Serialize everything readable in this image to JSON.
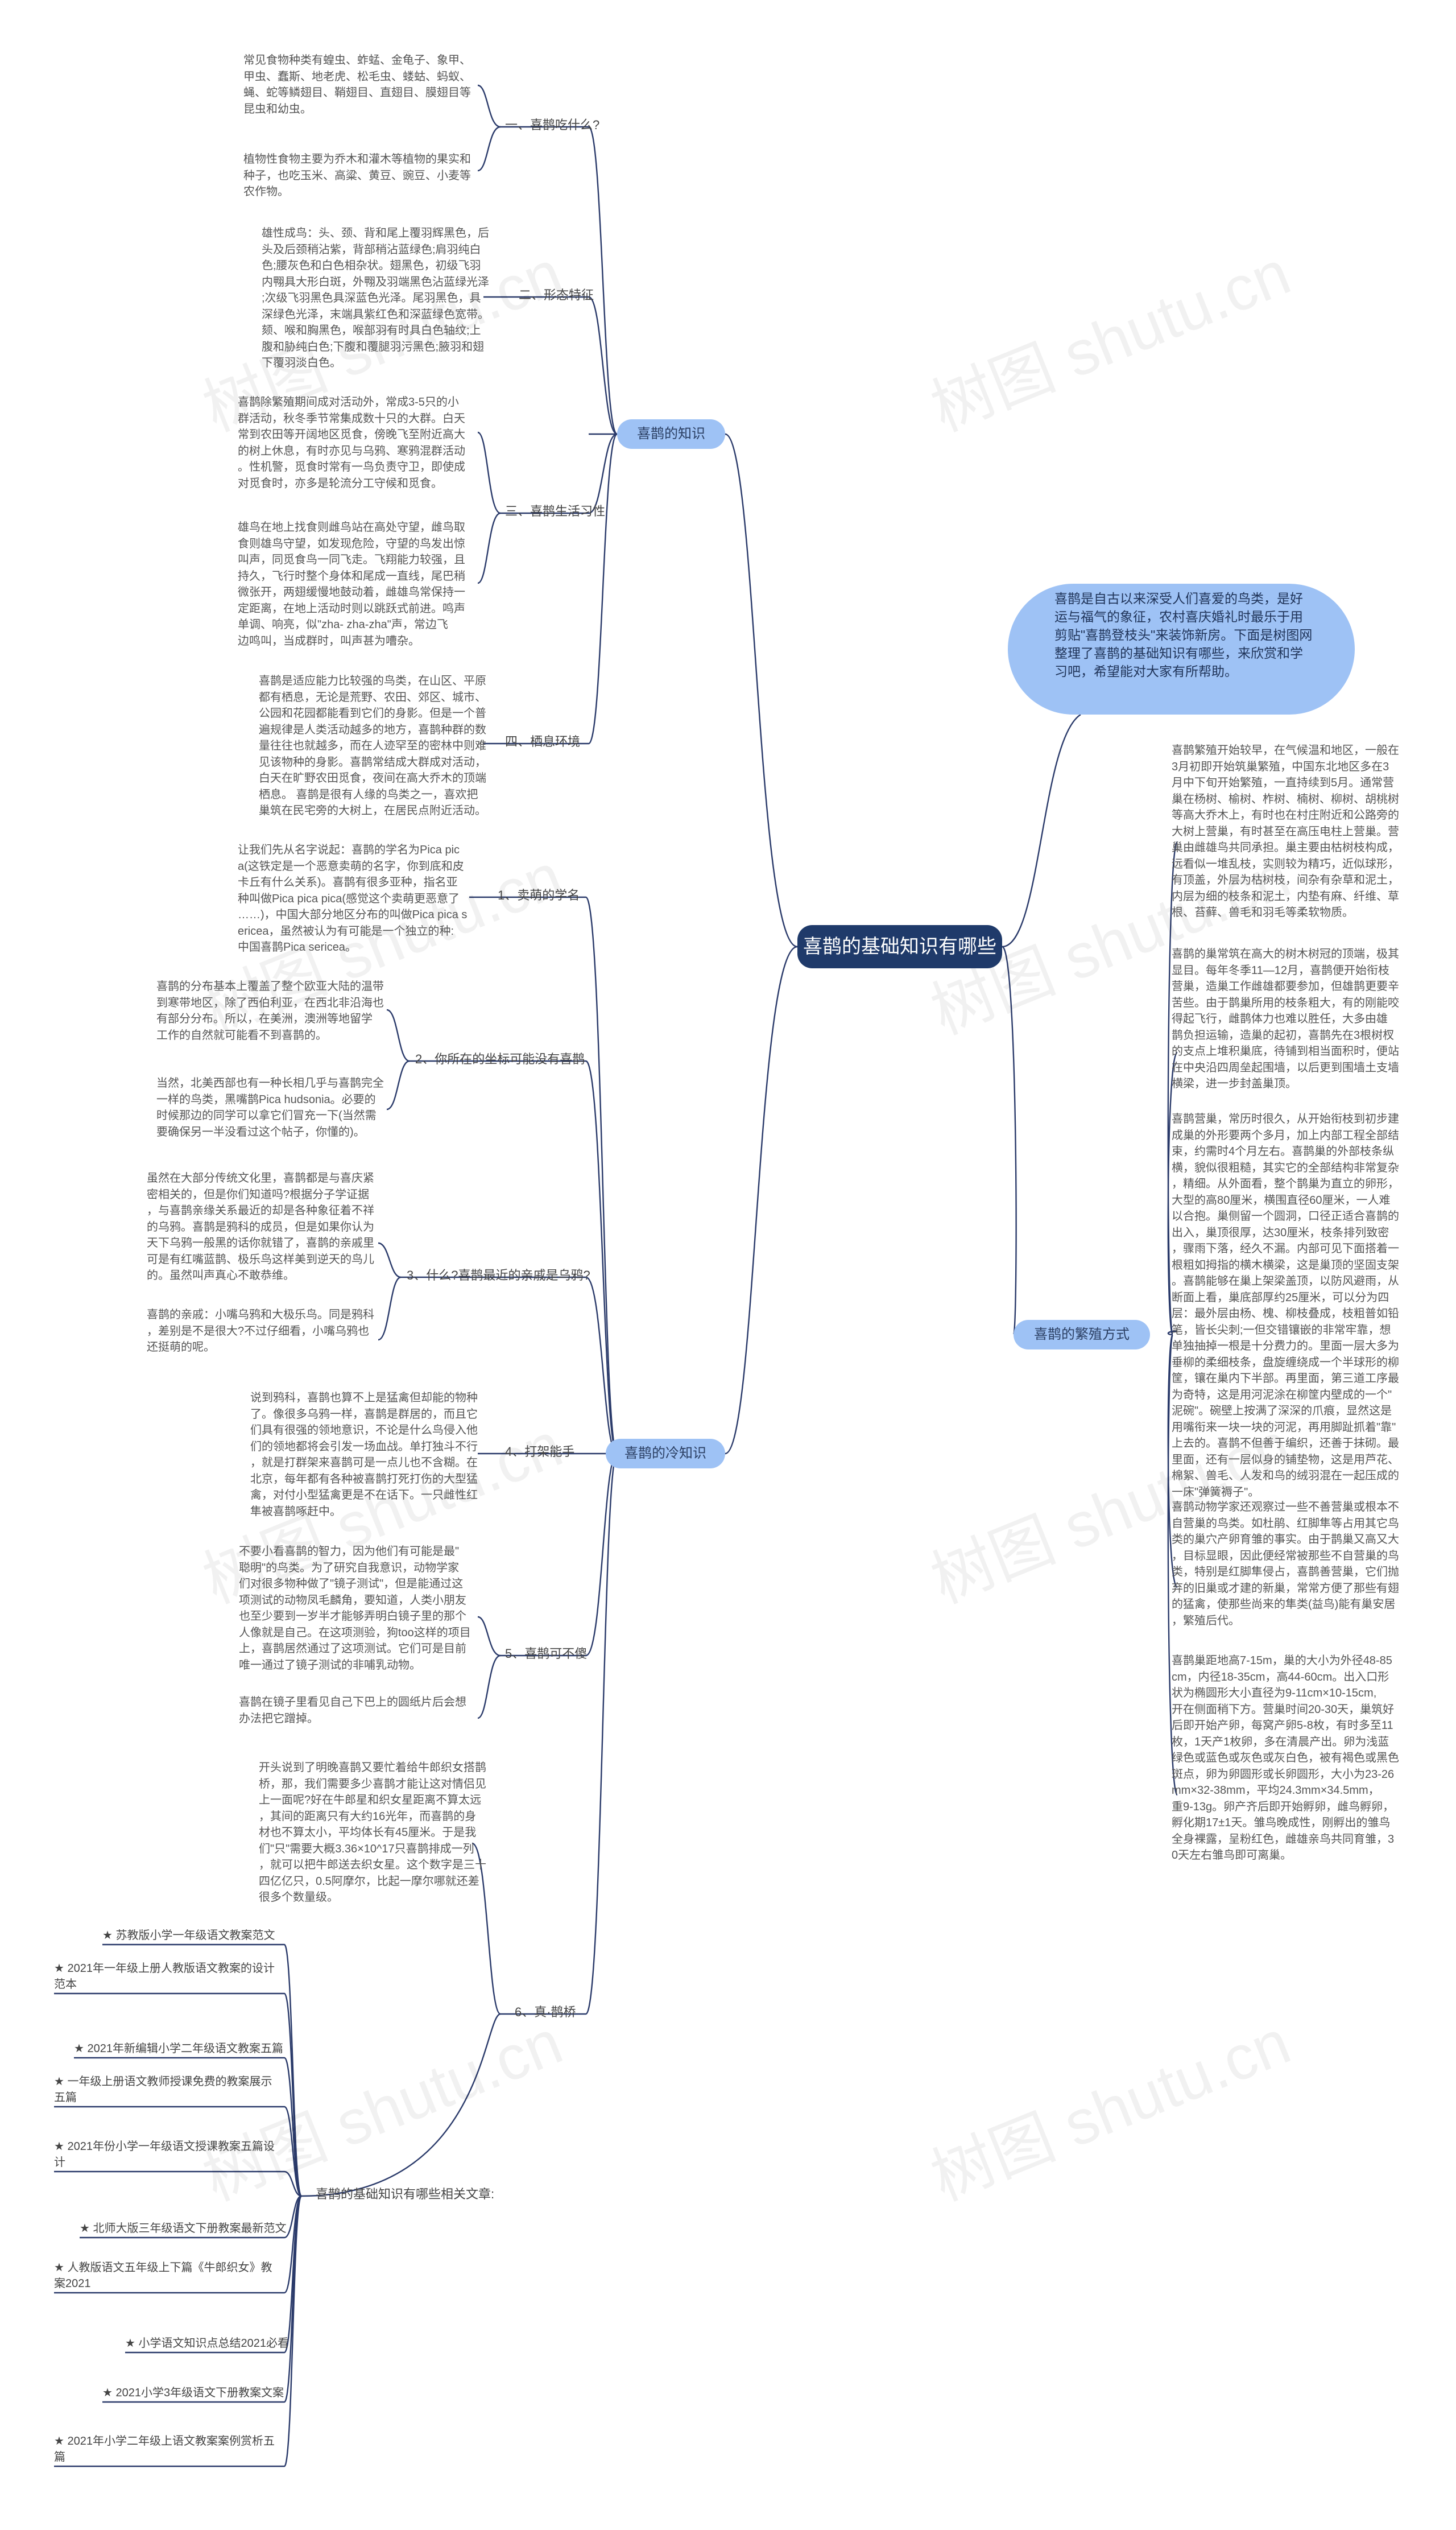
{
  "root": "喜鹊的基础知识有哪些",
  "intro": "喜鹊是自古以来深受人们喜爱的鸟类，是好运与福气的象征，农村喜庆婚礼时最乐于用剪贴\"喜鹊登枝头\"来装饰新房。下面是树图网整理了喜鹊的基础知识有哪些，来欣赏和学习吧，希望能对大家有所帮助。",
  "watermark": "树图 shutu.cn",
  "knowledge": {
    "label": "喜鹊的知识",
    "food": {
      "label": "一、喜鹊吃什么?",
      "leaf1": "常见食物种类有蝗虫、蚱蜢、金龟子、象甲、\n甲虫、蠢斯、地老虎、松毛虫、蝼蛄、蚂蚁、\n蝇、蛇等鳞翅目、鞘翅目、直翅目、膜翅目等\n昆虫和幼虫。",
      "leaf2": "植物性食物主要为乔木和灌木等植物的果实和\n种子，也吃玉米、高粱、黄豆、豌豆、小麦等\n农作物。"
    },
    "form": {
      "label": "二、形态特征",
      "leaf": "雄性成鸟：头、颈、背和尾上覆羽辉黑色，后\n头及后颈稍沾紫，背部稍沾蓝绿色;肩羽纯白\n色;腰灰色和白色相杂状。翅黑色，初级飞羽\n内翈具大形白斑，外翈及羽端黑色沾蓝绿光泽\n;次级飞羽黑色具深蓝色光泽。尾羽黑色，具\n深绿色光泽，末端具紫红色和深蓝绿色宽带。\n颏、喉和胸黑色，喉部羽有时具白色轴纹;上\n腹和胁纯白色;下腹和覆腿羽污黑色;腋羽和翅\n下覆羽淡白色。"
    },
    "habit": {
      "label": "三、喜鹊生活习性",
      "leaf1": "喜鹊除繁殖期间成对活动外，常成3-5只的小\n群活动，秋冬季节常集成数十只的大群。白天\n常到农田等开阔地区觅食，傍晚飞至附近高大\n的树上休息，有时亦见与乌鸦、寒鸦混群活动\n。性机警，觅食时常有一鸟负责守卫，即使成\n对觅食时，亦多是轮流分工守候和觅食。",
      "leaf2": "雄鸟在地上找食则雌鸟站在高处守望，雌鸟取\n食则雄鸟守望，如发现危险，守望的鸟发出惊\n叫声，同觅食鸟一同飞走。飞翔能力较强，且\n持久，飞行时整个身体和尾成一直线，尾巴稍\n微张开，两翅缓慢地鼓动着，雌雄鸟常保持一\n定距离，在地上活动时则以跳跃式前进。鸣声\n单调、响亮，似\"zha- zha-zha\"声，常边飞\n边鸣叫，当成群时，叫声甚为嘈杂。"
    },
    "habitat": {
      "label": "四、栖息环境",
      "leaf": "喜鹊是适应能力比较强的鸟类，在山区、平原\n都有栖息，无论是荒野、农田、郊区、城市、\n公园和花园都能看到它们的身影。但是一个普\n遍规律是人类活动越多的地方，喜鹊种群的数\n量往往也就越多，而在人迹罕至的密林中则难\n见该物种的身影。喜鹊常结成大群成对活动，\n白天在旷野农田觅食，夜间在高大乔木的顶端\n栖息。 喜鹊是很有人缘的鸟类之一，喜欢把\n巢筑在民宅旁的大树上，在居民点附近活动。"
    }
  },
  "trivia": {
    "label": "喜鹊的冷知识",
    "name": {
      "label": "1、卖萌的学名",
      "leaf": "让我们先从名字说起：喜鹊的学名为Pica pic\na(这铁定是一个恶意卖萌的名字，你到底和皮\n卡丘有什么关系)。喜鹊有很多亚种，指名亚\n种叫做Pica pica pica(感觉这个卖萌更恶意了\n……)，中国大部分地区分布的叫做Pica pica s\nericea，虽然被认为有可能是一个独立的种:\n中国喜鹊Pica sericea。"
    },
    "coords": {
      "label": "2、你所在的坐标可能没有喜鹊",
      "leaf1": "喜鹊的分布基本上覆盖了整个欧亚大陆的温带\n到寒带地区，除了西伯利亚，在西北非沿海也\n有部分分布。所以，在美洲，澳洲等地留学\n工作的自然就可能看不到喜鹊的。",
      "leaf2": "当然，北美西部也有一种长相几乎与喜鹊完全\n一样的鸟类，黑嘴鹊Pica hudsonia。必要的\n时候那边的同学可以拿它们冒充一下(当然需\n要确保另一半没看过这个帖子，你懂的)。"
    },
    "relative": {
      "label": "3、什么?喜鹊最近的亲戚是乌鸦?",
      "leaf1": "虽然在大部分传统文化里，喜鹊都是与喜庆紧\n密相关的，但是你们知道吗?根据分子学证据\n，与喜鹊亲缘关系最近的却是各种象征着不祥\n的乌鸦。喜鹊是鸦科的成员，但是如果你认为\n天下乌鸦一般黑的话你就错了，喜鹊的亲戚里\n可是有红嘴蓝鹊、极乐鸟这样美到逆天的鸟儿\n的。虽然叫声真心不敢恭维。",
      "leaf2": "喜鹊的亲戚：小嘴乌鸦和大极乐鸟。同是鸦科\n，差别是不是很大?不过仔细看，小嘴乌鸦也\n还挺萌的呢。"
    },
    "fight": {
      "label": "4、打架能手",
      "leaf": "说到鸦科，喜鹊也算不上是猛禽但却能的物种\n了。像很多乌鸦一样，喜鹊是群居的，而且它\n们具有很强的领地意识，不论是什么鸟侵入他\n们的领地都将会引发一场血战。单打独斗不行\n，就是打群架来喜鹊可是一点儿也不含糊。在\n北京，每年都有各种被喜鹊打死打伤的大型猛\n禽，对付小型猛禽更是不在话下。一只雌性红\n隼被喜鹊啄赶中。"
    },
    "mirror": {
      "label": "5、喜鹊可不傻",
      "leaf1": "不要小看喜鹊的智力，因为他们有可能是最\"\n聪明\"的鸟类。为了研究自我意识，动物学家\n们对很多物种做了\"镜子测试\"，但是能通过这\n项测试的动物凤毛麟角，要知道，人类小朋友\n也至少要到一岁半才能够弄明白镜子里的那个\n人像就是自己。在这项测验，狗too这样的项目\n上，喜鹊居然通过了这项测试。它们可是目前\n唯一通过了镜子测试的非哺乳动物。",
      "leaf2": "喜鹊在镜子里看见自己下巴上的圆纸片后会想\n办法把它蹭掉。"
    },
    "bridge": {
      "label": "6、真·鹊桥",
      "leaf": "开头说到了明晚喜鹊又要忙着给牛郎织女搭鹊\n桥，那，我们需要多少喜鹊才能让这对情侣见\n上一面呢?好在牛郎星和织女星距离不算太远\n，其间的距离只有大约16光年，而喜鹊的身\n材也不算太小，平均体长有45厘米。于是我\n们\"只\"需要大概3.36×10^17只喜鹊排成一列\n，就可以把牛郎送去织女星。这个数字是三十\n四亿亿只，0.5阿摩尔，比起一摩尔哪就还差\n很多个数量级。"
    },
    "articles": {
      "label": "喜鹊的基础知识有哪些相关文章:",
      "items": [
        "★ 苏教版小学一年级语文教案范文",
        "★ 2021年一年级上册人教版语文教案的设计\n范本",
        "★ 2021年新编辑小学二年级语文教案五篇",
        "★ 一年级上册语文教师授课免费的教案展示\n五篇",
        "★ 2021年份小学一年级语文授课教案五篇设\n计",
        "★ 北师大版三年级语文下册教案最新范文",
        "★ 人教版语文五年级上下篇《牛郎织女》教\n案2021",
        "★ 小学语文知识点总结2021必看",
        "★ 2021小学3年级语文下册教案文案",
        "★ 2021年小学二年级上语文教案案例赏析五\n篇"
      ]
    }
  },
  "breeding": {
    "label": "喜鹊的繁殖方式",
    "leaf1": "喜鹊繁殖开始较早，在气候温和地区，一般在\n3月初即开始筑巢繁殖，中国东北地区多在3\n月中下旬开始繁殖，一直持续到5月。通常营\n巢在杨树、榆树、柞树、楠树、柳树、胡桃树\n等高大乔木上，有时也在村庄附近和公路旁的\n大树上营巢，有时甚至在高压电柱上营巢。营\n巢由雌雄鸟共同承担。巢主要由枯树枝构成，\n远看似一堆乱枝，实则较为精巧，近似球形，\n有顶盖，外层为枯树枝，间杂有杂草和泥土，\n内层为细的枝条和泥土，内垫有麻、纤维、草\n根、苔藓、兽毛和羽毛等柔软物质。",
    "leaf2": "喜鹊的巢常筑在高大的树木树冠的顶端，极其\n显目。每年冬季11—12月，喜鹊便开始衔枝\n营巢，造巢工作雌雄都要参加，但雄鹊更要辛\n苦些。由于鹊巢所用的枝条粗大，有的刚能咬\n得起飞行，雌鹊体力也难以胜任，大多由雄\n鹊负担运输，造巢的起初，喜鹊先在3根树杈\n的支点上堆积巢底，待铺到相当面积时，便站\n在中央沿四周垒起围墙，以后更到围墙土支墙\n横梁，进一步封盖巢顶。",
    "leaf3": "喜鹊营巢，常历时很久，从开始衔枝到初步建\n成巢的外形要两个多月，加上内部工程全部结\n束，约需时4个月左右。喜鹊巢的外部枝条纵\n横，貌似很粗糙，其实它的全部结构非常复杂\n，精细。从外面看，整个鹊巢为直立的卵形，\n大型的高80厘米，横围直径60厘米，一人难\n以合抱。巢侧留一个圆洞，口径正适合喜鹊的\n出入，巢顶很厚，达30厘米，枝条排列致密\n，骤雨下落，经久不漏。内部可见下面搭着一\n根粗如拇指的横木横梁，这是巢顶的坚固支架\n。喜鹊能够在巢上架梁盖顶，以防风避雨，从\n断面上看，巢底部厚约25厘米，可以分为四\n层：最外层由杨、槐、柳枝叠成，枝粗普如铅\n笔，皆长尖刺;一但交错镶嵌的非常牢靠，想\n单独抽掉一根是十分费力的。里面一层大多为\n垂柳的柔细枝条，盘旋缠绕成一个半球形的柳\n筐，镶在巢内下半部。再里面，第三道工序最\n为奇特，这是用河泥涂在柳筐内壁成的一个\"\n泥碗\"。碗壁上按满了深深的爪痕，显然这是\n用嘴衔来一块一块的河泥，再用脚趾抓着\"靠\"\n上去的。喜鹊不但善于编织，还善于抹砌。最\n里面，还有一层似身的铺垫物，这是用芦花、\n棉絮、兽毛、人发和鸟的绒羽混在一起压成的\n一床\"弹簧褥子\"。",
    "leaf4": "喜鹊动物学家还观察过一些不善营巢或根本不\n自营巢的鸟类。如杜鹃、红脚隼等占用其它鸟\n类的巢穴产卵育雏的事实。由于鹊巢又高又大\n，目标显眼，因此便经常被那些不自营巢的鸟\n类，特别是红脚隼侵占，喜鹊善营巢，它们抛\n弃的旧巢或才建的新巢，常常方便了那些有翅\n的猛禽，使那些尚来的隼类(益鸟)能有巢安居\n，繁殖后代。",
    "leaf5": "喜鹊巢距地高7-15m，巢的大小为外径48-85\ncm，内径18-35cm，高44-60cm。出入口形\n状为椭圆形大小直径为9-11cm×10-15cm,\n开在侧面稍下方。营巢时间20-30天，巢筑好\n后即开始产卵，每窝产卵5-8枚，有时多至11\n枚，1天产1枚卵，多在清晨产出。卵为浅蓝\n绿色或蓝色或灰色或灰白色，被有褐色或黑色\n斑点，卵为卵圆形或长卵圆形，大小为23-26\nmm×32-38mm，平均24.3mm×34.5mm，\n重9-13g。卵产齐后即开始孵卵，雌鸟孵卵，\n孵化期17±1天。雏鸟晚成性，刚孵出的雏鸟\n全身裸露，呈粉红色，雌雄亲鸟共同育雏，3\n0天左右雏鸟即可离巢。"
  }
}
